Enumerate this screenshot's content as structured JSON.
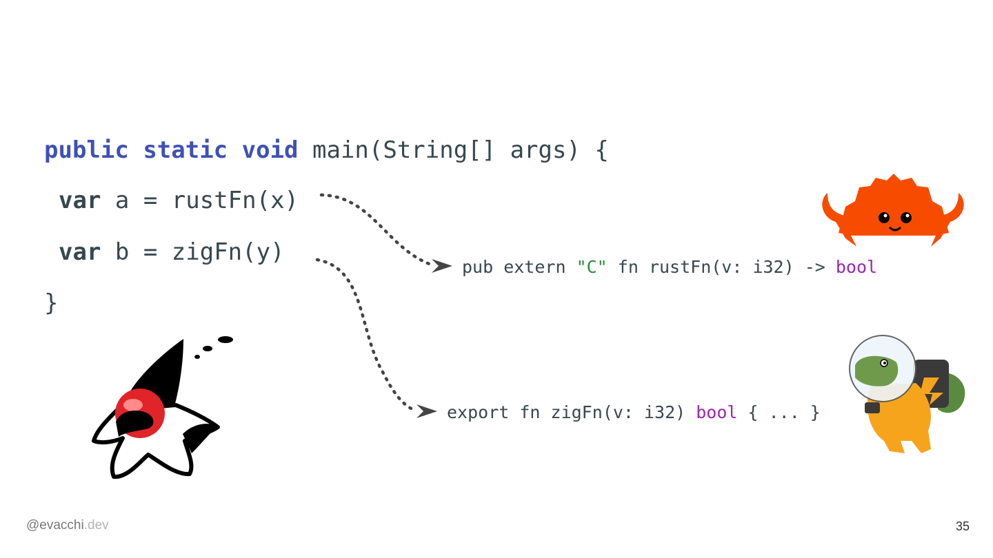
{
  "code": {
    "line1": {
      "kw1": "public",
      "kw2": "static",
      "kw3": "void",
      "rest": "main(String[] args) {"
    },
    "line2": {
      "kw": "var",
      "rest": "a = rustFn(x)"
    },
    "line3": {
      "kw": "var",
      "rest": "b = zigFn(y)"
    },
    "line4": {
      "text": "}"
    }
  },
  "rust_decl": {
    "pre": "pub extern ",
    "str": "\"C\"",
    "mid": " fn rustFn(v: i32) -> ",
    "type": "bool"
  },
  "zig_decl": {
    "pre": "export fn zigFn(v: i32) ",
    "type": "bool",
    "post": " { ... }"
  },
  "footer": {
    "handle": "@evacchi",
    "tld": ".dev",
    "page": "35"
  },
  "mascots": [
    "duke-java-mascot",
    "ferris-rust-crab",
    "zero-zig-lizard-astronaut"
  ],
  "colors": {
    "keyword": "#3f51b5",
    "code_text": "#37474f",
    "string": "#2e8b3a",
    "type": "#9c27b0",
    "ferris": "#f74c00"
  }
}
